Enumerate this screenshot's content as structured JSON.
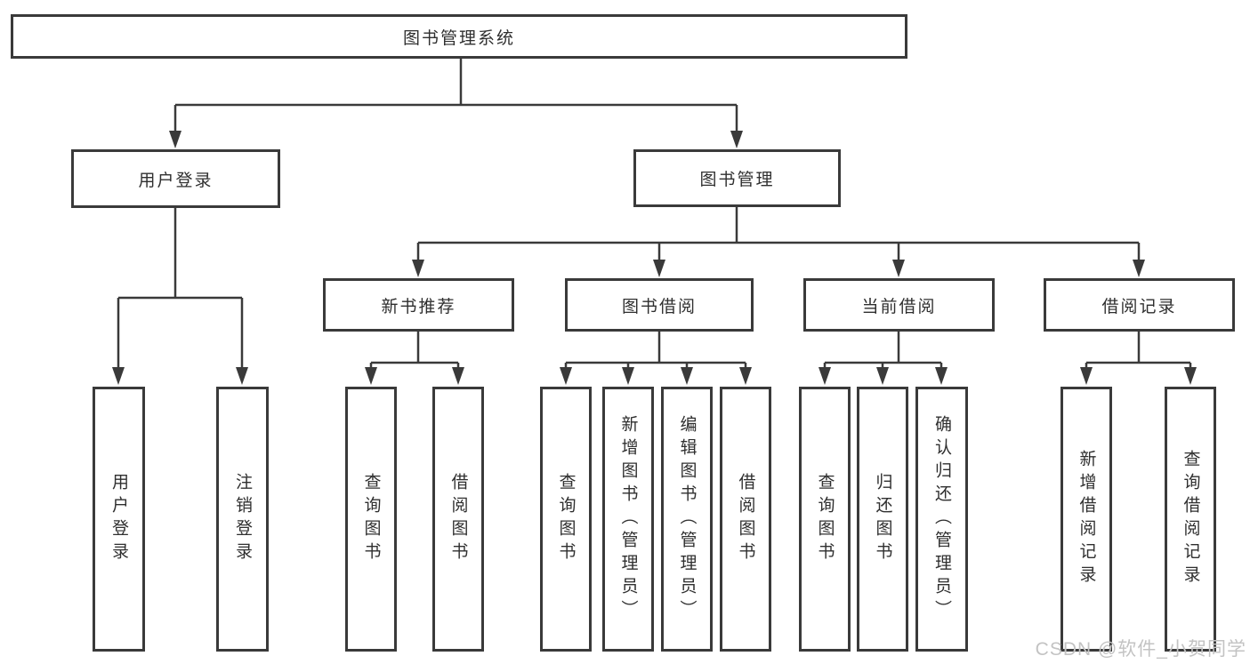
{
  "nodes": {
    "root": "图书管理系统",
    "user_login": "用户登录",
    "book_mgmt": "图书管理",
    "new_book_rec": "新书推荐",
    "book_borrow": "图书借阅",
    "current_borrow": "当前借阅",
    "borrow_records": "借阅记录"
  },
  "leaves": [
    "用户登录",
    "注销登录",
    "查询图书",
    "借阅图书",
    "查询图书",
    "新增图书（管理员）",
    "编辑图书（管理员）",
    "借阅图书",
    "查询图书",
    "归还图书",
    "确认归还（管理员）",
    "新增借阅记录",
    "查询借阅记录"
  ],
  "watermark": "CSDN @软件_小贺同学",
  "colors": {
    "line": "#3a3a3a",
    "text": "#2f2f2f",
    "watermark": "#c3c3c3",
    "background": "#ffffff"
  }
}
